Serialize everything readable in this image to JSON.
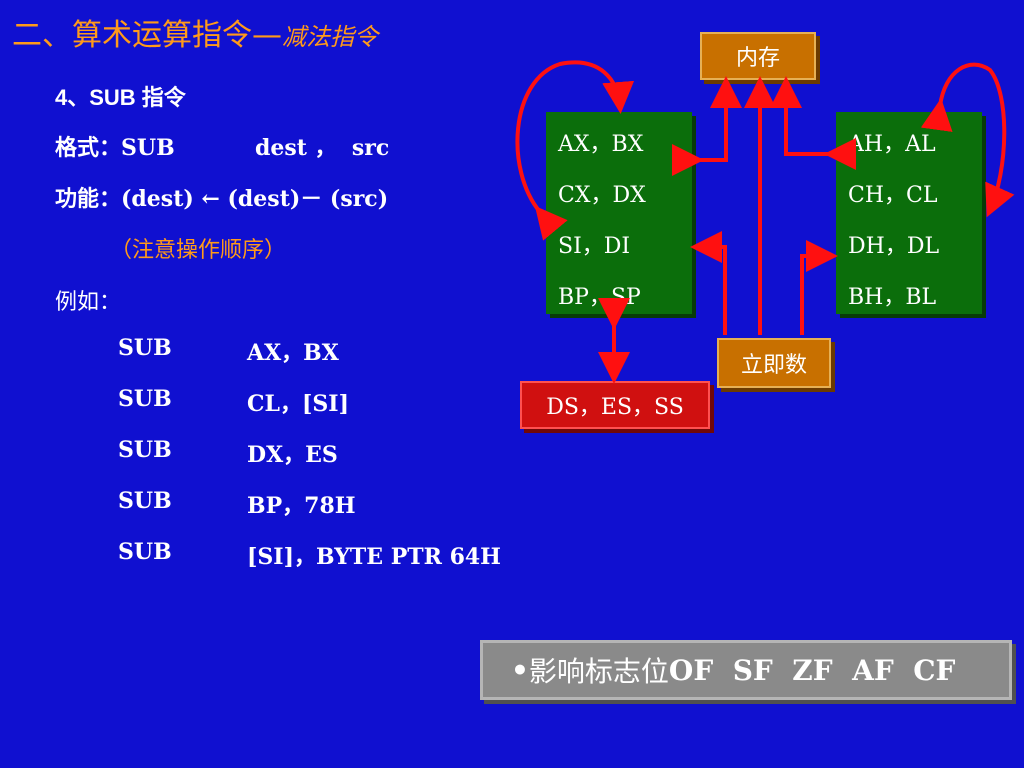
{
  "title": {
    "main": "二、算术运算指令",
    "dash": "—",
    "sub": "减法指令"
  },
  "heading": "4、SUB 指令",
  "format": {
    "label": "格式：",
    "op": "SUB",
    "args": "dest ，  src"
  },
  "function": {
    "label": "功能：",
    "expr": "(dest) ← (dest)－ (src)"
  },
  "note": "（注意操作顺序）",
  "examples_label": "例如：",
  "examples": [
    {
      "op": "SUB",
      "args": "AX，BX"
    },
    {
      "op": "SUB",
      "args": "CL，[SI]"
    },
    {
      "op": "SUB",
      "args": "DX，ES"
    },
    {
      "op": "SUB",
      "args": "BP，78H"
    },
    {
      "op": "SUB",
      "args": "[SI]，BYTE PTR 64H"
    }
  ],
  "diagram": {
    "memory": "内存",
    "immediate": "立即数",
    "segments": "DS，ES，SS",
    "regs16": [
      "AX，BX",
      "CX，DX",
      "SI，DI",
      "BP，SP"
    ],
    "regs8": [
      "AH，AL",
      "CH，CL",
      "DH，DL",
      "BH，BL"
    ]
  },
  "flags": {
    "bullet": "•",
    "label": "影响标志位",
    "list": "OF  SF  ZF  AF  CF"
  },
  "colors": {
    "background": "#1010d0",
    "accent": "#ff9a1a",
    "register_box": "#0b6e0b",
    "tag_box": "#c87000",
    "segment_box": "#d01010",
    "arrow": "#ff1010"
  }
}
